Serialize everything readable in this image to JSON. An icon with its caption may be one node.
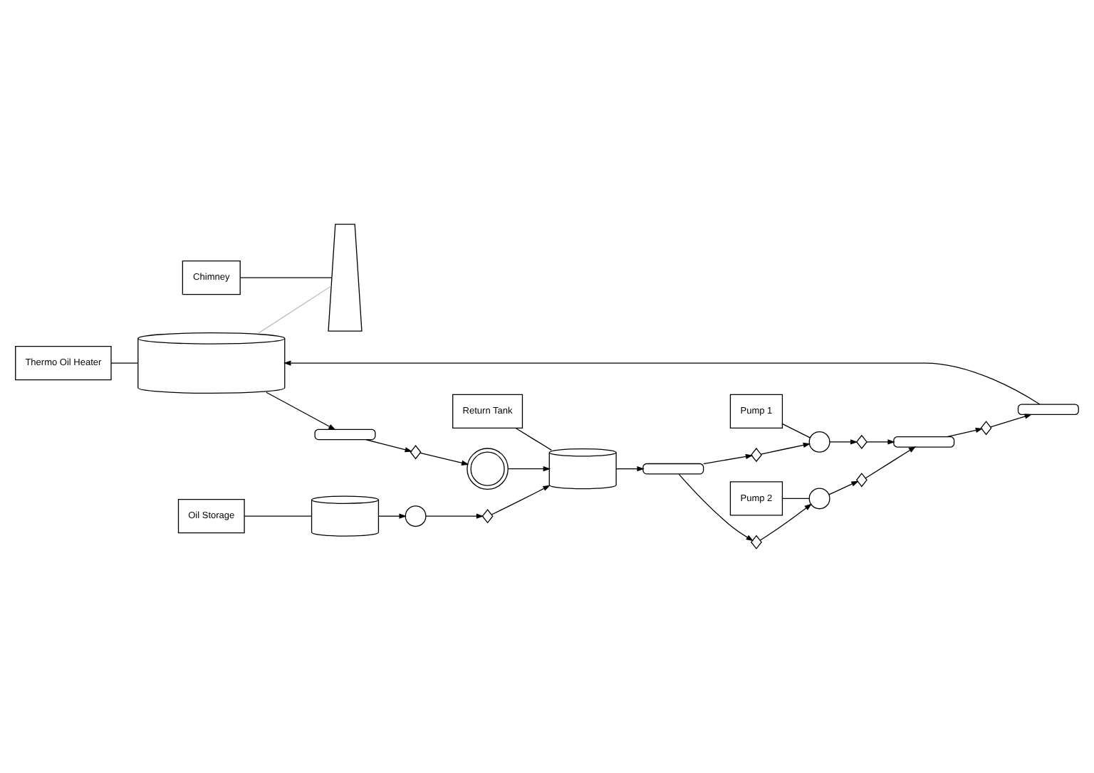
{
  "diagram": {
    "nodes": [
      {
        "text": [
          "Chimney"
        ]
      },
      {
        "text": [],
        "shape": "chimney"
      },
      {
        "text": [
          "Thermo Oil Heater"
        ]
      },
      {
        "text": [],
        "shape": "heater"
      },
      {
        "text": [
          "Pump 1"
        ]
      },
      {
        "text": [],
        "shape": "pump"
      },
      {
        "text": [
          "Pump 2"
        ]
      },
      {
        "text": [],
        "shape": "pump"
      },
      {
        "text": [
          "Return Tank"
        ]
      },
      {
        "text": [],
        "shape": "tank"
      },
      {
        "text": [
          "Oil Storage"
        ]
      },
      {
        "text": [],
        "shape": "tank"
      },
      {
        "text": [],
        "shape": "reactor"
      },
      {
        "text": [],
        "shape": "header"
      },
      {
        "text": [],
        "shape": "header"
      },
      {
        "text": [],
        "shape": "header"
      },
      {
        "text": [],
        "shape": "header"
      },
      {
        "text": [],
        "shape": "pump"
      },
      {
        "text": [],
        "shape": "valve"
      },
      {
        "text": [],
        "shape": "valve"
      },
      {
        "text": [],
        "shape": "valve"
      },
      {
        "text": [],
        "shape": "valve"
      },
      {
        "text": [],
        "shape": "valve"
      },
      {
        "text": [],
        "shape": "valve"
      },
      {
        "text": [],
        "shape": "valve"
      }
    ],
    "edges": [
      {
        "from": 0,
        "to": 1,
        "arrow": "none"
      },
      {
        "from": 2,
        "to": 3,
        "arrow": "none"
      },
      {
        "from": 4,
        "to": 5,
        "arrow": "none"
      },
      {
        "from": 6,
        "to": 7,
        "arrow": "none"
      },
      {
        "from": 8,
        "to": 9,
        "arrow": "none"
      },
      {
        "from": 10,
        "to": 11,
        "arrow": "none"
      },
      {
        "from": 11,
        "to": 17,
        "arrow": "to"
      },
      {
        "from": 17,
        "to": 18,
        "arrow": "to"
      },
      {
        "from": 18,
        "to": 9,
        "arrow": "to"
      },
      {
        "from": 12,
        "to": 9,
        "arrow": "to"
      },
      {
        "from": 9,
        "to": 14,
        "arrow": "to"
      },
      {
        "from": 14,
        "to": 19,
        "arrow": "to"
      },
      {
        "from": 19,
        "to": 5,
        "arrow": "to"
      },
      {
        "from": 14,
        "to": 20,
        "arrow": "to"
      },
      {
        "from": 20,
        "to": 7,
        "arrow": "to"
      },
      {
        "from": 5,
        "to": 21,
        "arrow": "to"
      },
      {
        "from": 21,
        "to": 13,
        "arrow": "to"
      },
      {
        "from": 7,
        "to": 22,
        "arrow": "to"
      },
      {
        "from": 22,
        "to": 13,
        "arrow": "to"
      },
      {
        "from": 13,
        "to": 23,
        "arrow": "to"
      },
      {
        "from": 23,
        "to": 15,
        "arrow": "to"
      },
      {
        "from": 15,
        "to": 3,
        "arrow": "to"
      },
      {
        "from": 3,
        "to": 16,
        "arrow": "to"
      },
      {
        "from": 16,
        "to": 24,
        "arrow": "to"
      },
      {
        "from": 24,
        "to": 12,
        "arrow": "to"
      },
      {
        "from": 3,
        "to": 1,
        "arrow": "none",
        "color": "#bfbfbf"
      }
    ]
  }
}
